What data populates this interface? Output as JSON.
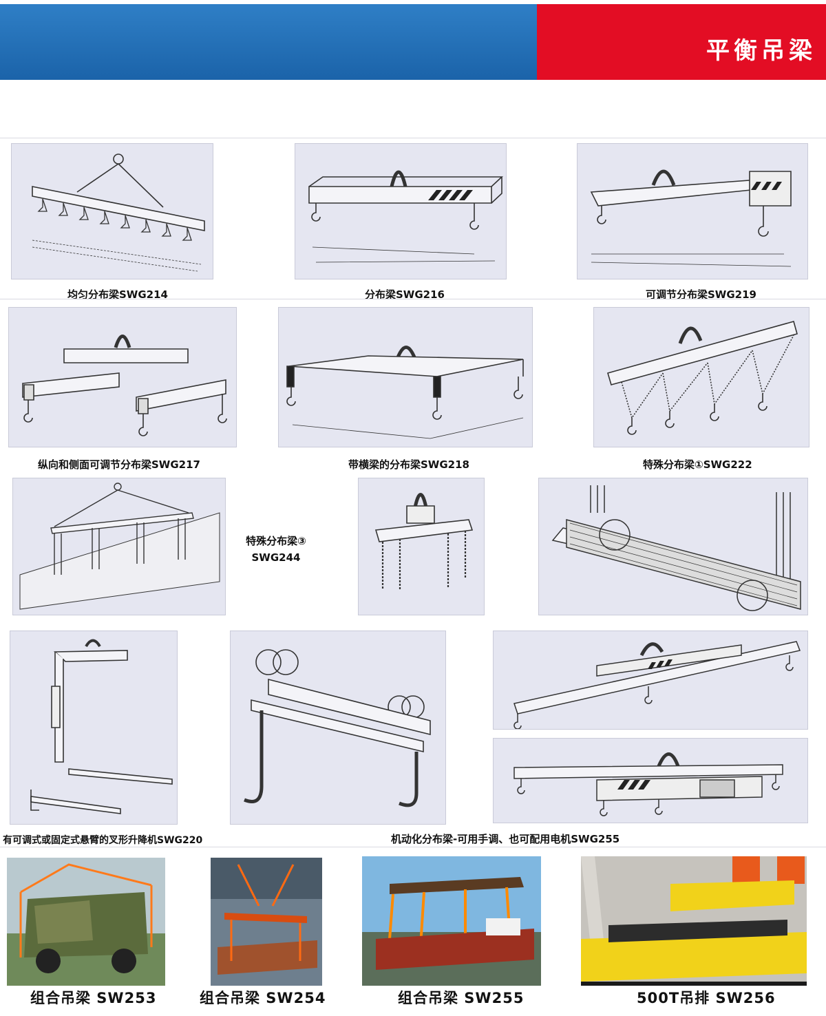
{
  "header": {
    "title": "平衡吊梁"
  },
  "captions": {
    "c1": "均匀分布梁SWG214",
    "c2": "分布梁SWG216",
    "c3": "可调节分布梁SWG219",
    "c4": "纵向和侧面可调节分布梁SWG217",
    "c5": "带横梁的分布梁SWG218",
    "c6": "特殊分布梁①SWG222",
    "c7_line1": "特殊分布梁③",
    "c7_line2": "SWG244",
    "c8": "有可调式或固定式悬臂的叉形升降机SWG220",
    "c9": "机动化分布梁-可用手调、也可配用电机SWG255"
  },
  "photos": {
    "p1": "组合吊梁  SW253",
    "p2": "组合吊梁  SW254",
    "p3": "组合吊梁  SW255",
    "p4": "500T吊排  SW256"
  },
  "colors": {
    "header_blue": "#1b63a9",
    "header_red": "#e30d24",
    "drawing_bg": "#e5e6f1"
  }
}
